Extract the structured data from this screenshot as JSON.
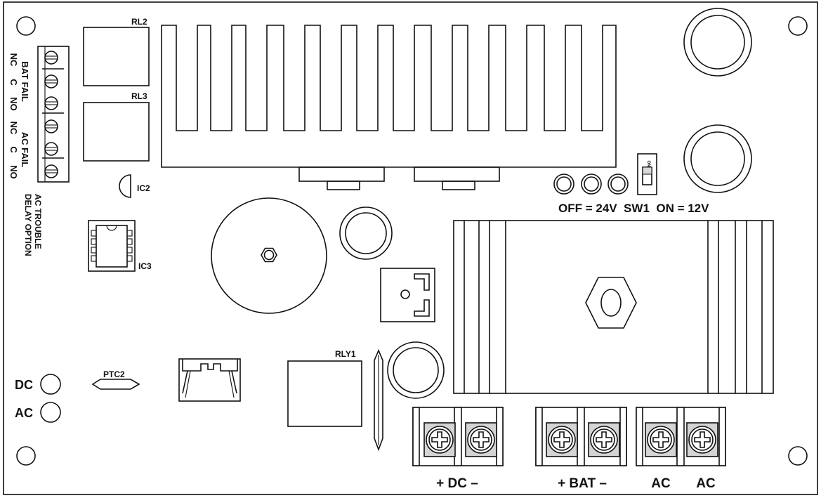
{
  "relays": {
    "rl2": "RL2",
    "rl3": "RL3",
    "rly1": "RLY1"
  },
  "ics": {
    "ic2": "IC2",
    "ic3": "IC3"
  },
  "ptc": "PTC2",
  "terminal_left": {
    "bat_fail": "BAT FAIL",
    "ac_fail": "AC FAIL",
    "nc": "NC",
    "c": "C",
    "no": "NO",
    "ac_trouble_line1": "AC TROUBLE",
    "ac_trouble_line2": "DELAY OPTION"
  },
  "switch": {
    "on_mark": "ON",
    "label": "OFF = 24V  SW1  ON = 12V"
  },
  "leds": {
    "dc": "DC",
    "ac": "AC"
  },
  "bottom_terminals": {
    "dc": "+ DC –",
    "bat": "+ BAT –",
    "ac1": "AC",
    "ac2": "AC"
  }
}
